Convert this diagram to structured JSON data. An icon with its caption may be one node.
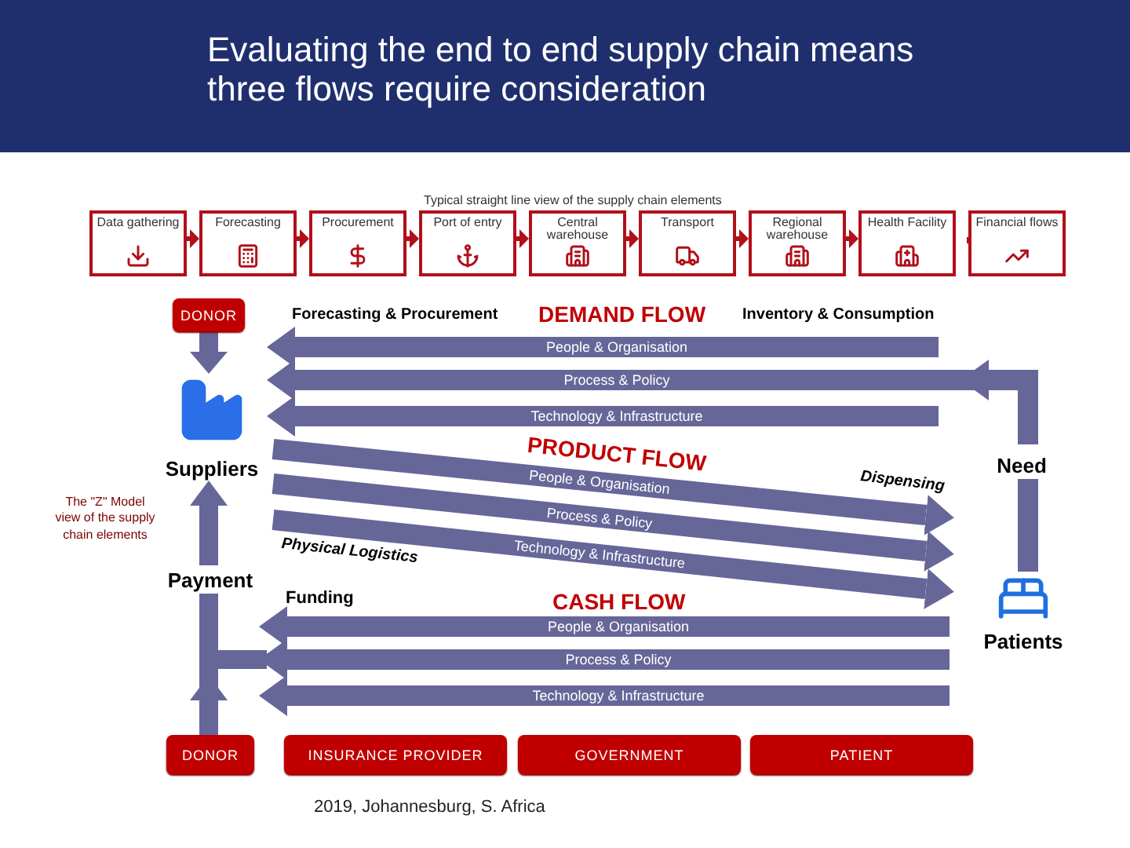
{
  "diagram": {
    "title": "Evaluating the end to end supply chain means three flows require consideration",
    "nodes": [
      {
        "text": [
          "Data gathering"
        ]
      },
      {
        "text": [
          "Forecasting"
        ]
      },
      {
        "text": [
          "Procurement"
        ]
      },
      {
        "text": [
          "Port of entry"
        ]
      },
      {
        "text": [
          "Central warehouse"
        ]
      },
      {
        "text": [
          "Transport"
        ]
      },
      {
        "text": [
          "Regional warehouse"
        ]
      },
      {
        "text": [
          "Health Facility"
        ]
      },
      {
        "text": [
          "Financial flows"
        ]
      },
      {
        "text": [
          "DONOR"
        ]
      },
      {
        "text": [
          "Suppliers"
        ]
      },
      {
        "text": [
          "Payment"
        ]
      },
      {
        "text": [
          "Need"
        ]
      },
      {
        "text": [
          "Patients"
        ]
      },
      {
        "text": [
          "DONOR"
        ]
      },
      {
        "text": [
          "INSURANCE PROVIDER"
        ]
      },
      {
        "text": [
          "GOVERNMENT"
        ]
      },
      {
        "text": [
          "PATIENT"
        ]
      }
    ],
    "edges": [
      {
        "from": 0,
        "to": 1,
        "arrow": "to",
        "color": "#b0101a"
      },
      {
        "from": 1,
        "to": 2,
        "arrow": "to",
        "color": "#b0101a"
      },
      {
        "from": 2,
        "to": 3,
        "arrow": "to",
        "color": "#b0101a"
      },
      {
        "from": 3,
        "to": 4,
        "arrow": "to",
        "color": "#b0101a"
      },
      {
        "from": 4,
        "to": 5,
        "arrow": "to",
        "color": "#b0101a"
      },
      {
        "from": 5,
        "to": 6,
        "arrow": "to",
        "color": "#b0101a"
      },
      {
        "from": 6,
        "to": 7,
        "arrow": "to",
        "color": "#b0101a"
      },
      {
        "from": 9,
        "to": 10,
        "arrow": "to"
      },
      {
        "from": null,
        "to": 10,
        "arrow": "to",
        "label": "People & Organisation"
      },
      {
        "from": null,
        "to": 10,
        "arrow": "to",
        "label": "Process & Policy"
      },
      {
        "from": null,
        "to": 10,
        "arrow": "to",
        "label": "Technology & Infrastructure"
      },
      {
        "from": 12,
        "to": 10,
        "arrow": "to"
      },
      {
        "from": 12,
        "to": 13,
        "arrow": "none"
      },
      {
        "from": 10,
        "to": 13,
        "arrow": "to",
        "label": "People & Organisation"
      },
      {
        "from": 10,
        "to": 13,
        "arrow": "to",
        "label": "Process & Policy"
      },
      {
        "from": 10,
        "to": 13,
        "arrow": "to",
        "label": "Technology & Infrastructure"
      },
      {
        "from": null,
        "to": 11,
        "arrow": "to",
        "label": "People & Organisation"
      },
      {
        "from": null,
        "to": 11,
        "arrow": "to",
        "label": "Process & Policy"
      },
      {
        "from": null,
        "to": 11,
        "arrow": "to",
        "label": "Technology & Infrastructure"
      },
      {
        "from": 11,
        "to": 10,
        "arrow": "to"
      },
      {
        "from": 14,
        "to": 11,
        "arrow": "to"
      }
    ],
    "labels": [
      "Typical straight line view of the supply chain elements",
      "Forecasting & Procurement",
      "DEMAND FLOW",
      "Inventory & Consumption",
      "PRODUCT FLOW",
      "Dispensing",
      "The \"Z\" Model view of the supply chain elements",
      "Physical Logistics",
      "Funding",
      "CASH FLOW",
      "2019, Johannesburg, S. Africa"
    ]
  }
}
